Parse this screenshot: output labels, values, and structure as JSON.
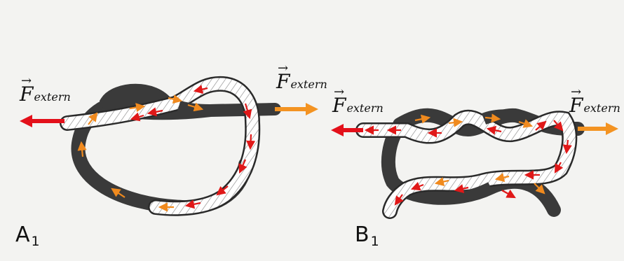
{
  "labels": {
    "force_a_left": {
      "symbol": "F",
      "subscript": "extern"
    },
    "force_a_right": {
      "symbol": "F",
      "subscript": "extern"
    },
    "force_b_left": {
      "symbol": "F",
      "subscript": "extern"
    },
    "force_b_right": {
      "symbol": "F",
      "subscript": "extern"
    },
    "panel_a": {
      "letter": "A",
      "index": "1"
    },
    "panel_b": {
      "letter": "B",
      "index": "1"
    }
  },
  "colors": {
    "background": "#f3f3f1",
    "rope_dark": "#3a3a3a",
    "rope_light": "#ffffff",
    "rope_outline": "#2a2a2a",
    "force_arrow_red": "#e3101a",
    "force_arrow_orange": "#f39322",
    "flow_arrow_red": "#e01818",
    "flow_arrow_orange": "#f08a1e"
  }
}
